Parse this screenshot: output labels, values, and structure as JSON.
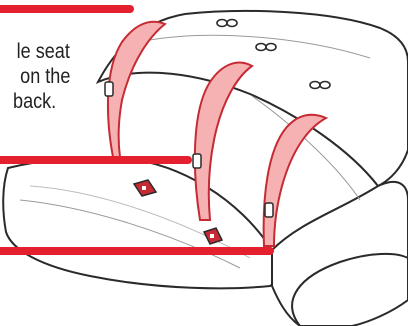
{
  "caption": {
    "lines": [
      "le seat",
      "on the",
      "back."
    ]
  },
  "colors": {
    "accent_red": "#e5202e",
    "strap_fill": "#f6b2b3",
    "strap_stroke": "#c62a33",
    "outline": "#2a2a2a"
  },
  "icons": {
    "seat_hole": "figure-eight-hole-icon",
    "buckle": "strap-buckle-icon"
  }
}
